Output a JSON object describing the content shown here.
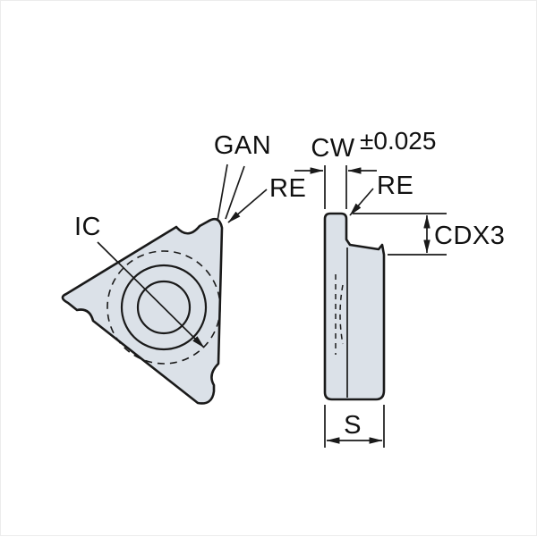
{
  "front_view": {
    "labels": {
      "ic": "IC",
      "gan": "GAN",
      "re": "RE"
    }
  },
  "side_view": {
    "labels": {
      "cw": "CW",
      "cw_tolerance": "±0.025",
      "re": "RE",
      "cdx3": "CDX3",
      "s": "S"
    }
  },
  "colors": {
    "background": "#ffffff",
    "line": "#1a1a1a",
    "insert_fill": "#dbe1e8",
    "text": "#111111"
  }
}
